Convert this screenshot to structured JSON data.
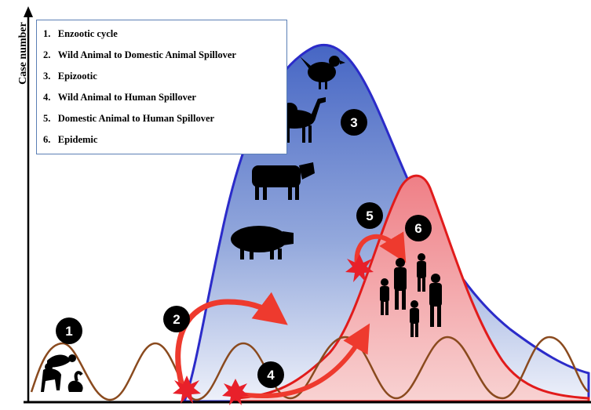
{
  "axis": {
    "y_label": "Case number"
  },
  "legend": [
    {
      "num": "1.",
      "text": "Enzootic cycle"
    },
    {
      "num": "2.",
      "text": "Wild Animal to Domestic Animal Spillover"
    },
    {
      "num": "3.",
      "text": "Epizootic"
    },
    {
      "num": "4.",
      "text": "Wild Animal to Human Spillover"
    },
    {
      "num": "5.",
      "text": "Domestic Animal to Human Spillover"
    },
    {
      "num": "6.",
      "text": "Epidemic"
    }
  ],
  "badges": [
    "1",
    "2",
    "3",
    "4",
    "5",
    "6"
  ],
  "colors": {
    "domestic_curve": "#2b2bc9",
    "domestic_fill_top": "#4f6fc7",
    "domestic_fill_bottom": "#e6ebf7",
    "human_curve": "#e11b1b",
    "human_fill": "#f2a8a8",
    "wild_wave": "#8a4a1e",
    "spillover_arrow": "#ee3a2e",
    "burst": "#e8202a",
    "badge": "#000000"
  },
  "icons": [
    "chicken-icon",
    "camel-icon",
    "cow-icon",
    "pig-icon",
    "human-family-icon",
    "wild-animals-icon"
  ]
}
